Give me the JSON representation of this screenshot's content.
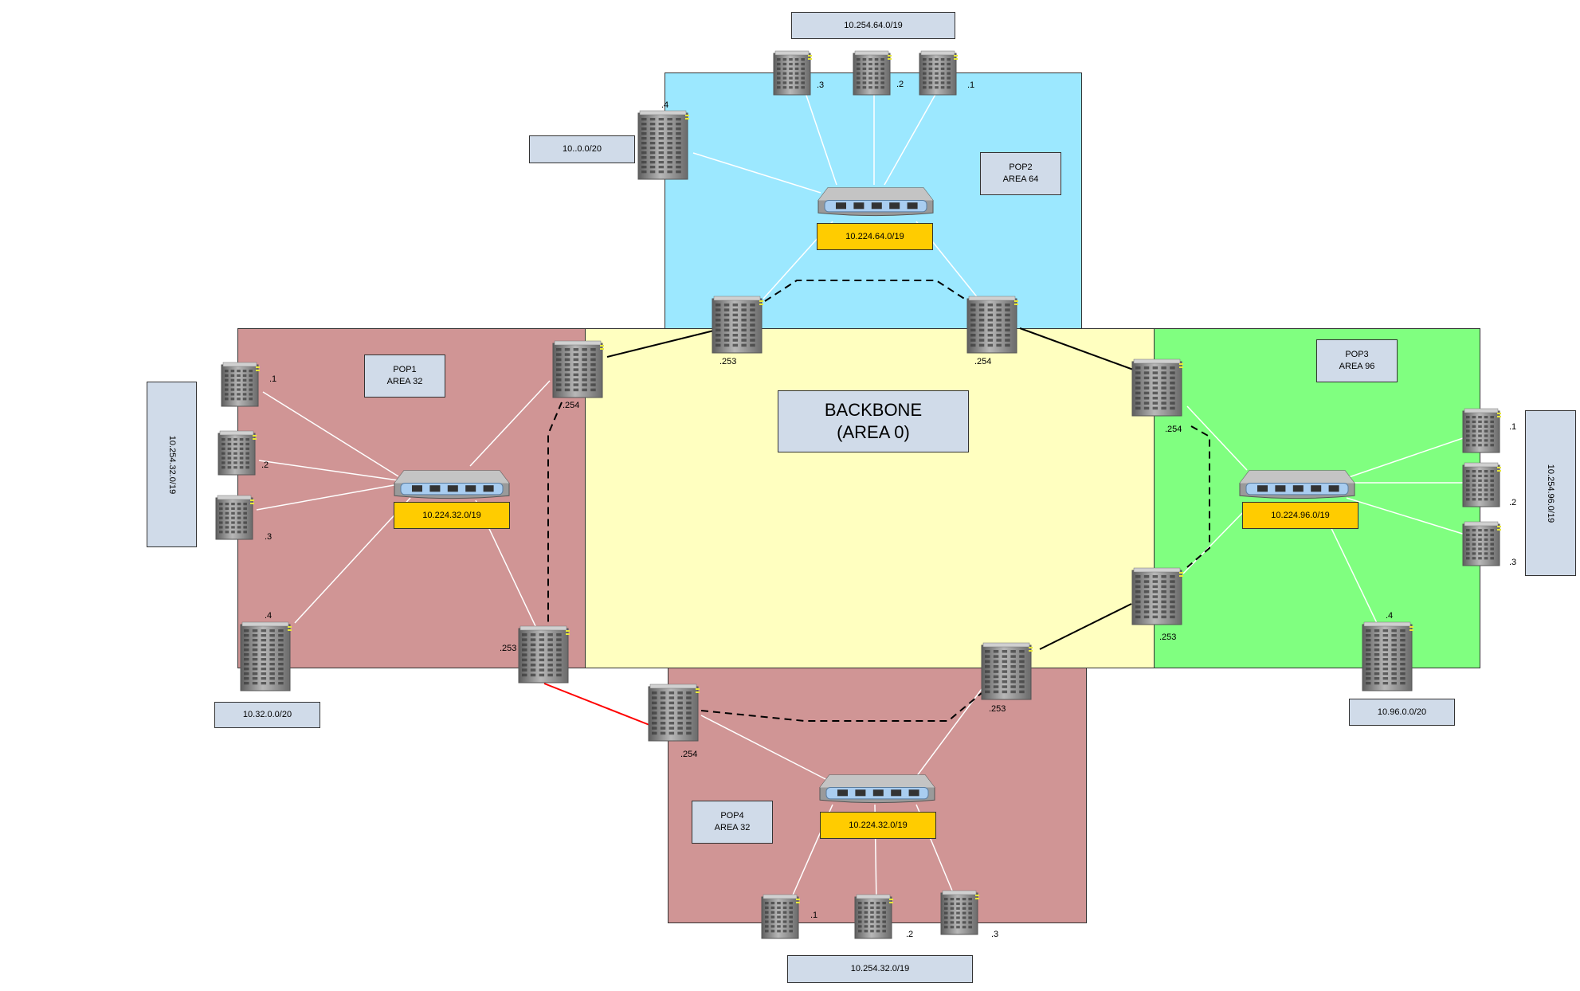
{
  "colors": {
    "pop1": "#d09595",
    "pop2": "#9ce8ff",
    "pop3": "#80ff80",
    "pop4": "#d09595",
    "backbone": "#ffffc0",
    "label_bg": "#d0dbe9",
    "subnet_bg": "#ffcc00",
    "red_link": "#ff0000"
  },
  "icons": {
    "router": "router-building-icon",
    "switch": "switch-icon"
  },
  "backbone": {
    "line1": "BACKBONE",
    "line2": "(AREA 0)"
  },
  "pop1": {
    "name": "POP1",
    "area": "AREA 32",
    "switch_subnet": "10.224.32.0/19",
    "side_subnet": "10.254.32.0/19",
    "bottom_subnet": "10.32.0.0/20",
    "hosts": [
      ".1",
      ".2",
      ".3",
      ".4"
    ],
    "borders": [
      ".254",
      ".253"
    ]
  },
  "pop2": {
    "name": "POP2",
    "area": "AREA 64",
    "switch_subnet": "10.224.64.0/19",
    "top_subnet": "10.254.64.0/19",
    "side_subnet": "10..0.0/20",
    "hosts": [
      ".3",
      ".2",
      ".1",
      ".4"
    ],
    "borders": [
      ".253",
      ".254"
    ]
  },
  "pop3": {
    "name": "POP3",
    "area": "AREA 96",
    "switch_subnet": "10.224.96.0/19",
    "side_subnet": "10.254.96.0/19",
    "bottom_subnet": "10.96.0.0/20",
    "hosts": [
      ".1",
      ".2",
      ".3",
      ".4"
    ],
    "borders": [
      ".254",
      ".253"
    ]
  },
  "pop4": {
    "name": "POP4",
    "area": "AREA 32",
    "switch_subnet": "10.224.32.0/19",
    "bottom_subnet": "10.254.32.0/19",
    "hosts": [
      ".1",
      ".2",
      ".3"
    ],
    "borders": [
      ".254",
      ".253"
    ]
  }
}
